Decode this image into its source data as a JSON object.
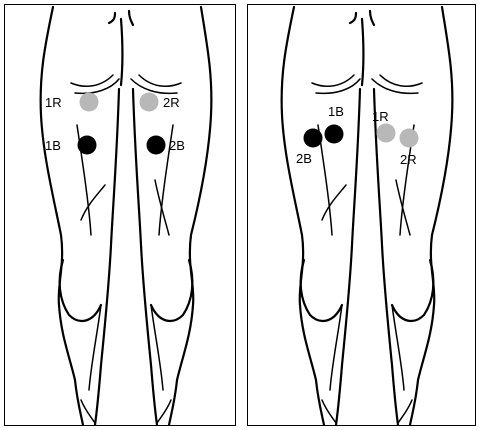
{
  "colors": {
    "R": "#b8b8b8",
    "B": "#000000",
    "line": "#000000",
    "background": "#ffffff"
  },
  "panels": [
    {
      "id": "left",
      "markers": [
        {
          "label": "1R",
          "type": "R"
        },
        {
          "label": "2R",
          "type": "R"
        },
        {
          "label": "1B",
          "type": "B"
        },
        {
          "label": "2B",
          "type": "B"
        }
      ]
    },
    {
      "id": "right",
      "markers": [
        {
          "label": "1B",
          "type": "B"
        },
        {
          "label": "2B",
          "type": "B"
        },
        {
          "label": "1R",
          "type": "R"
        },
        {
          "label": "2R",
          "type": "R"
        }
      ]
    }
  ]
}
